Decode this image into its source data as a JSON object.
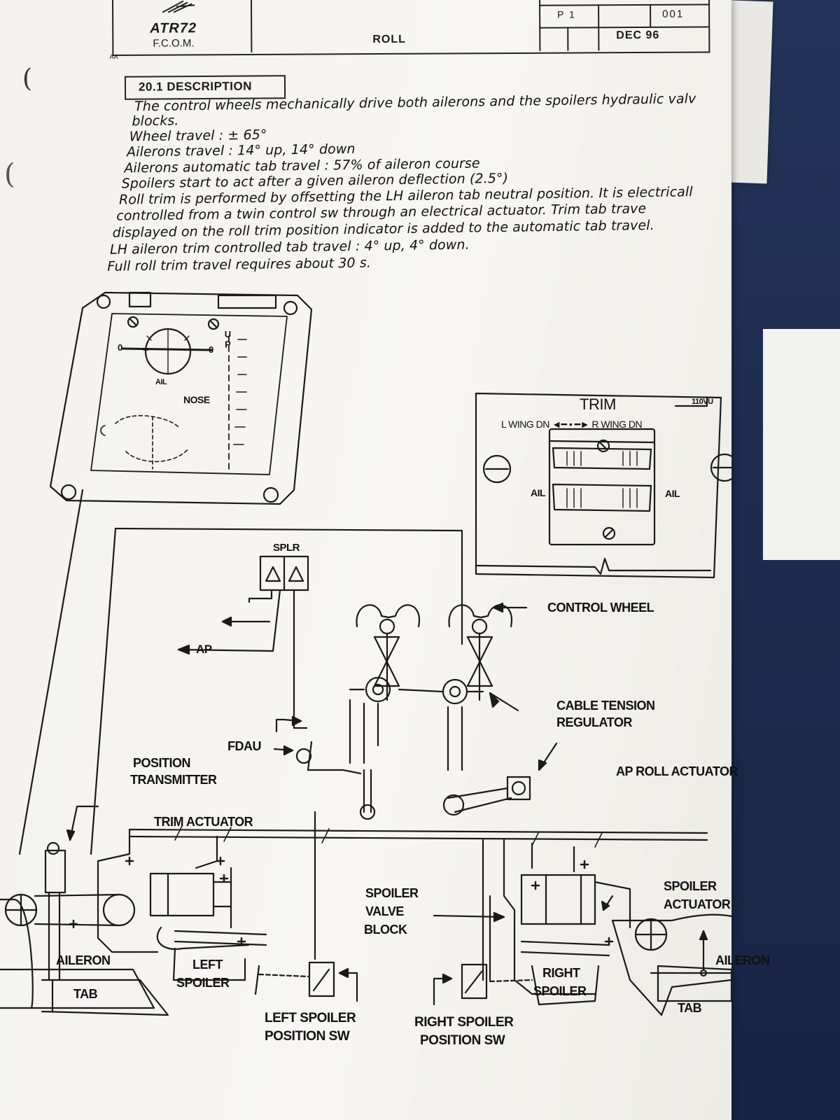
{
  "header": {
    "logo_name": "ATR72",
    "logo_sub": "F.C.O.M.",
    "logo_tag": "AA",
    "chapter_title": "ROLL",
    "page_label": "P 1",
    "page_number": "001",
    "revision_date": "DEC 96"
  },
  "section": {
    "heading": "20.1 DESCRIPTION",
    "lines": [
      "The control wheels mechanically drive both ailerons and the spoilers hydraulic valv",
      "blocks.",
      "Wheel travel    : ± 65°",
      "Ailerons travel :   14° up, 14° down",
      "Ailerons automatic tab travel : 57% of aileron course",
      "Spoilers start to act after a given aileron deflection (2.5°)",
      "Roll trim is performed by offsetting the LH aileron tab neutral position. It is electricall",
      "controlled from a twin control sw through an electrical actuator. Trim tab trave",
      "displayed on the roll trim position indicator is added to the automatic tab travel.",
      "LH aileron trim controlled tab travel :  4° up,  4° down.",
      "Full roll trim travel requires about 30 s."
    ]
  },
  "diagram": {
    "indicator": {
      "ail": "AIL",
      "nose": "NOSE",
      "up": "UP",
      "zero_left": "0",
      "zero_right": "0"
    },
    "trim_panel": {
      "title": "TRIM",
      "code": "110VU",
      "direction": "L WING DN ◄━ • ━► R WING DN",
      "ail_left": "AIL",
      "ail_right": "AIL"
    },
    "labels": {
      "splr": "SPLR",
      "control_wheel": "CONTROL WHEEL",
      "ap": "AP",
      "cable_tension": "CABLE TENSION",
      "regulator": "REGULATOR",
      "fdau": "FDAU",
      "position": "POSITION",
      "transmitter": "TRANSMITTER",
      "ap_roll_actuator": "AP ROLL ACTUATOR",
      "trim_actuator": "TRIM ACTUATOR",
      "spoiler": "SPOILER",
      "valve": "VALVE",
      "block": "BLOCK",
      "spoiler_act_1": "SPOILER",
      "spoiler_act_2": "ACTUATOR",
      "aileron_left": "AILERON",
      "aileron_right": "AILERON",
      "tab_left": "TAB",
      "tab_right": "TAB",
      "left_spoiler_1": "LEFT",
      "left_spoiler_2": "SPOILER",
      "right_spoiler_1": "RIGHT",
      "right_spoiler_2": "SPOILER",
      "left_sw_1": "LEFT SPOILER",
      "left_sw_2": "POSITION SW",
      "right_sw_1": "RIGHT SPOILER",
      "right_sw_2": "POSITION SW"
    }
  }
}
